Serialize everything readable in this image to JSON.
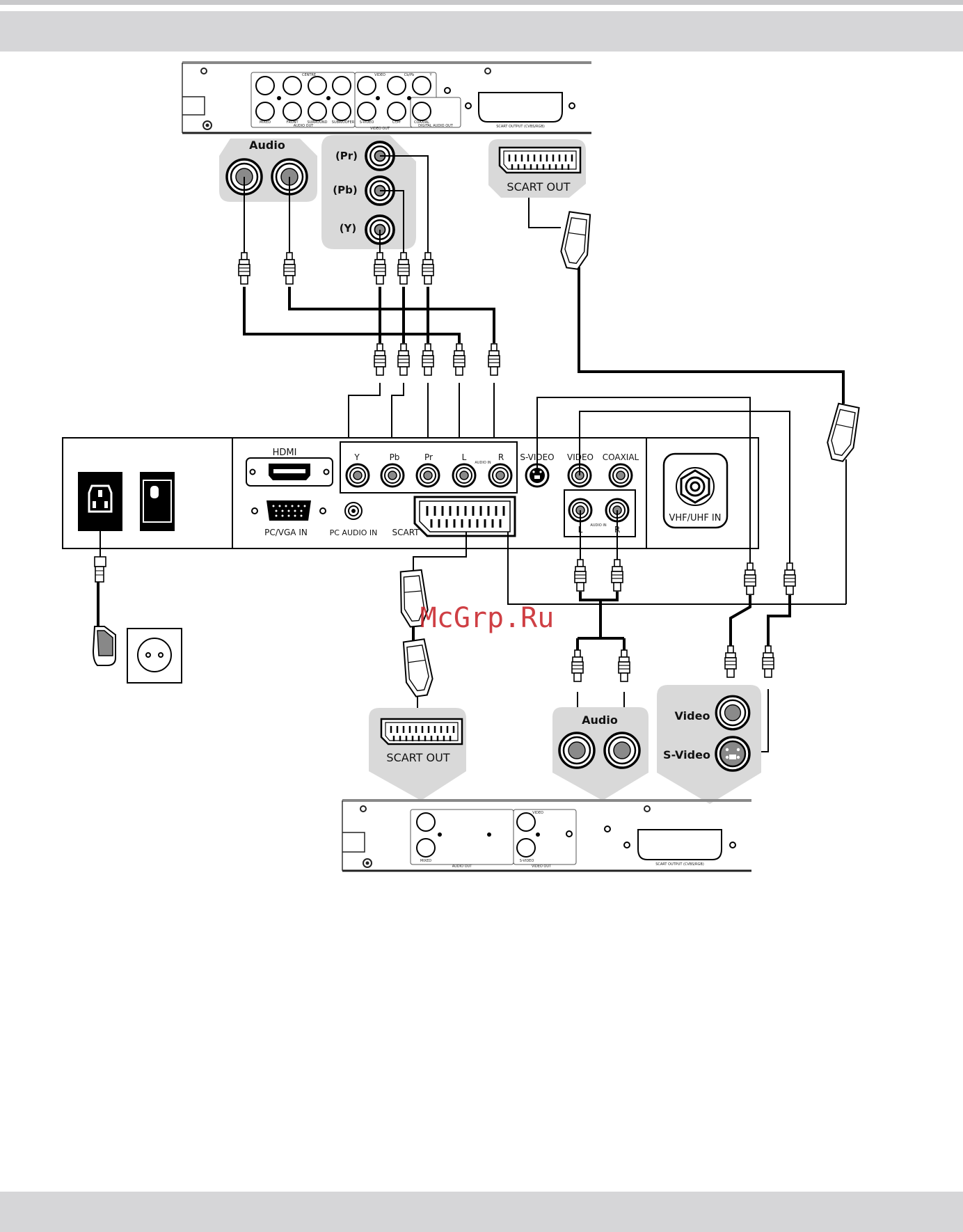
{
  "upper_player": {
    "audio_out_caption": "AUDIO OUT",
    "video_out_caption": "VIDEO OUT",
    "digital_out_caption": "DIGITAL AUDIO OUT",
    "scart_caption": "SCART OUTPUT (CVBS/RGB)",
    "jack_captions": [
      "MIXED",
      "FRONT",
      "SURROUND",
      "SUBWOOFER",
      "S-VIDEO",
      "Cr/Pr",
      "COAXIAL"
    ],
    "top_captions": [
      "CENTRE",
      "VIDEO",
      "Cb/Pb",
      "Y"
    ]
  },
  "callouts": {
    "audio_label": "Audio",
    "pr_label": "(Pr)",
    "pb_label": "(Pb)",
    "y_label": "(Y)",
    "scart_out_top": "SCART OUT",
    "scart_out_bottom": "SCART OUT",
    "audio_label_bottom": "Audio",
    "video_label": "Video",
    "svideo_label": "S-Video"
  },
  "main_panel": {
    "hdmi": "HDMI",
    "y": "Y",
    "pb": "Pb",
    "pr": "Pr",
    "l": "L",
    "audio_in": "AUDIO IN",
    "r": "R",
    "svideo": "S-VIDEO",
    "video": "VIDEO",
    "coaxial": "COAXIAL",
    "pc_vga_in": "PC/VGA IN",
    "pc_audio_in": "PC AUDIO IN",
    "scart": "SCART",
    "audio_in_lower": "AUDIO IN",
    "l_lower": "L",
    "r_lower": "R",
    "vhf_uhf_in": "VHF/UHF IN"
  },
  "lower_player": {
    "audio_out_caption": "AUDIO OUT",
    "video_out_caption": "VIDEO OUT",
    "scart_caption": "SCART OUTPUT (CVBS/RGB)",
    "jack_captions": [
      "VIDEO",
      "S-VIDEO",
      "MIXED"
    ]
  },
  "watermark": "McGrp.Ru",
  "colors": {
    "band": "#d6d6d8",
    "callout": "#d9d9d9",
    "jack_center": "#8a8a8a",
    "watermark": "#c8242a"
  }
}
